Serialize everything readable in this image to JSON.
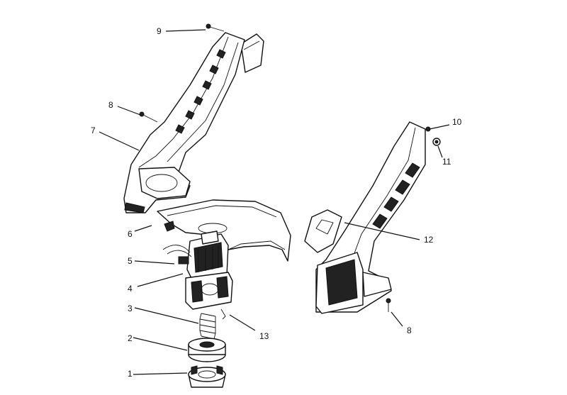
{
  "colors": {
    "ink": "#111111",
    "paper": "#ffffff"
  },
  "callouts": [
    {
      "id": "c9",
      "label": "9"
    },
    {
      "id": "c8a",
      "label": "8"
    },
    {
      "id": "c7",
      "label": "7"
    },
    {
      "id": "c6",
      "label": "6"
    },
    {
      "id": "c5",
      "label": "5"
    },
    {
      "id": "c4",
      "label": "4"
    },
    {
      "id": "c3",
      "label": "3"
    },
    {
      "id": "c2",
      "label": "2"
    },
    {
      "id": "c1",
      "label": "1"
    },
    {
      "id": "c13",
      "label": "13"
    },
    {
      "id": "c12",
      "label": "12"
    },
    {
      "id": "c10",
      "label": "10"
    },
    {
      "id": "c11",
      "label": "11"
    },
    {
      "id": "c8b",
      "label": "8"
    }
  ]
}
